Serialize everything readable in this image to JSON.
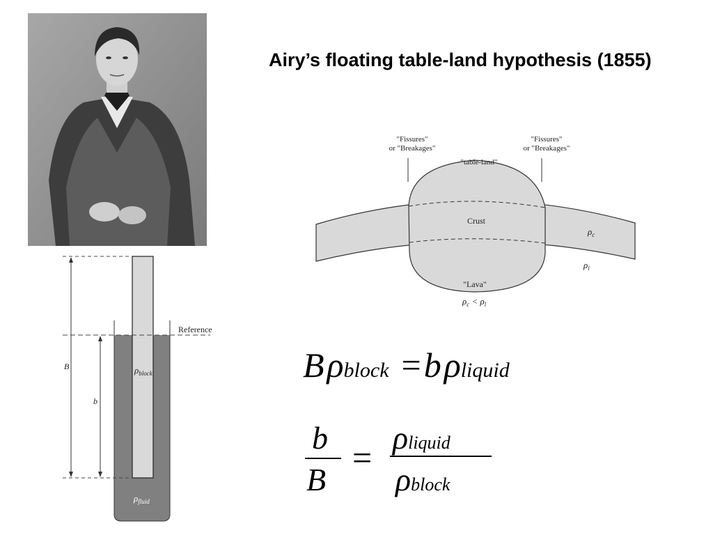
{
  "slide": {
    "title": "Airy’s floating table-land hypothesis (1855)"
  },
  "portrait": {
    "description_icon": "portrait-image"
  },
  "crust_diagram": {
    "fissures_left_line1": "\"Fissures\"",
    "fissures_left_line2": "or \"Breakages\"",
    "fissures_right_line1": "\"Fissures\"",
    "fissures_right_line2": "or \"Breakages\"",
    "table_land": "\"table-land\"",
    "crust": "Crust",
    "rho_c": "ρ",
    "rho_c_sub": "c",
    "rho_l": "ρ",
    "rho_l_sub": "l",
    "lava": "\"Lava\"",
    "relation": "ρ",
    "relation_sub1": "c",
    "relation_mid": " < ρ",
    "relation_sub2": "l",
    "colors": {
      "fill": "#d9d9d9",
      "stroke": "#333333"
    }
  },
  "tank_diagram": {
    "reference": "Reference",
    "B": "B",
    "b": "b",
    "rho_block": "ρ",
    "rho_block_sub": "block",
    "rho_fluid": "ρ",
    "rho_fluid_sub": "fluid",
    "colors": {
      "fluid": "#808080",
      "block": "#d9d9d9"
    }
  },
  "equations": {
    "eq1": {
      "B": "B",
      "rho1": "ρ",
      "sub1": "block",
      "eq": "=",
      "b": "b",
      "rho2": "ρ",
      "sub2": "liquid"
    },
    "eq2": {
      "num": "b",
      "den": "B",
      "eq": "=",
      "rnum": "ρ",
      "rnum_sub": "liquid",
      "rden": "ρ",
      "rden_sub": "block"
    }
  }
}
